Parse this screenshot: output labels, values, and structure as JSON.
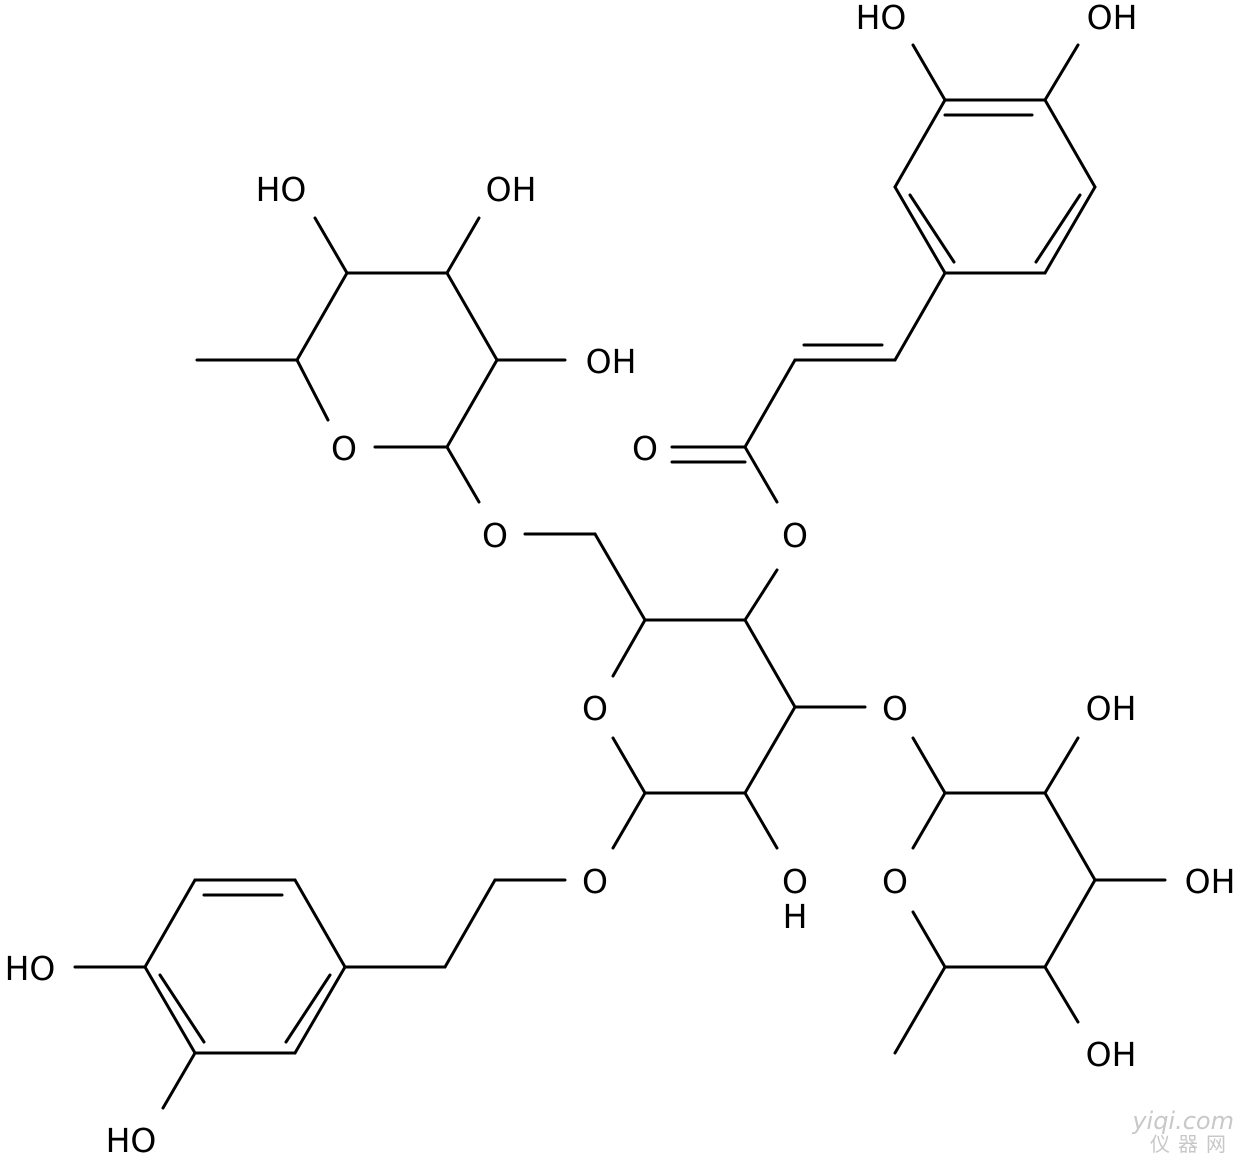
{
  "structure": {
    "atoms": {
      "ho_top_left": "HO",
      "oh_top_right": "OH",
      "ho_rha1_c4": "HO",
      "oh_rha1_c3": "OH",
      "oh_rha1_c2": "OH",
      "o_rha1_ring": "O",
      "o_carbonyl": "O",
      "o_link_6": "O",
      "o_ester": "O",
      "o_glc_ring": "O",
      "o_link_3": "O",
      "oh_rha2_c2": "OH",
      "o_rha2_ring": "O",
      "oh_rha2_c3": "OH",
      "o_glycoside": "O",
      "oh_glc_c2_o": "O",
      "oh_glc_c2_h": "H",
      "ho_bottom_left_1": "HO",
      "ho_bottom_left_2": "HO",
      "oh_rha2_c4": "OH"
    }
  },
  "watermark": {
    "site": "yiqi.com",
    "cn": "仪器网"
  },
  "colors": {
    "bond": "#000000",
    "background": "#ffffff",
    "watermark": "#c8c8c8"
  }
}
